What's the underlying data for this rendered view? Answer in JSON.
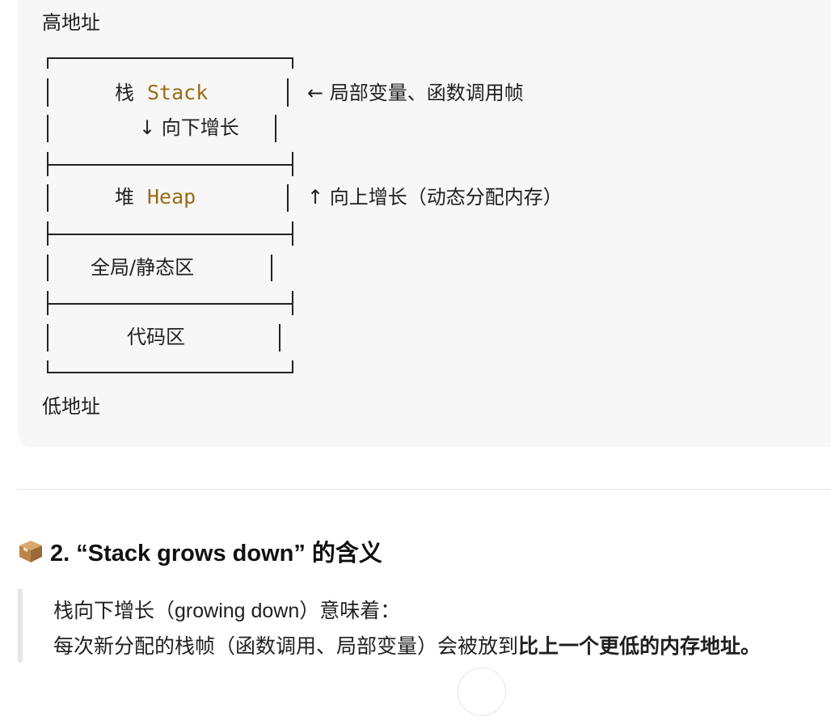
{
  "diagram": {
    "high_address": "高地址",
    "low_address": "低地址",
    "stack_cn": "栈",
    "stack_en": "Stack",
    "stack_note": "← 局部变量、函数调用帧",
    "stack_growth": "↓ 向下增长",
    "heap_cn": "堆",
    "heap_en": "Heap",
    "heap_note": "↑ 向上增长（动态分配内存）",
    "global_static": "全局/静态区",
    "code_segment": "代码区"
  },
  "section": {
    "icon": "package-icon",
    "heading": "2. “Stack grows down” 的含义",
    "quote_line1": "栈向下增长（growing down）意味着：",
    "quote_line2_normal": "每次新分配的栈帧（函数调用、局部变量）会被放到",
    "quote_line2_bold": "比上一个更低的内存地址。"
  },
  "colors": {
    "keyword": "#9a6b13",
    "code_bg": "#f7f7f8"
  }
}
